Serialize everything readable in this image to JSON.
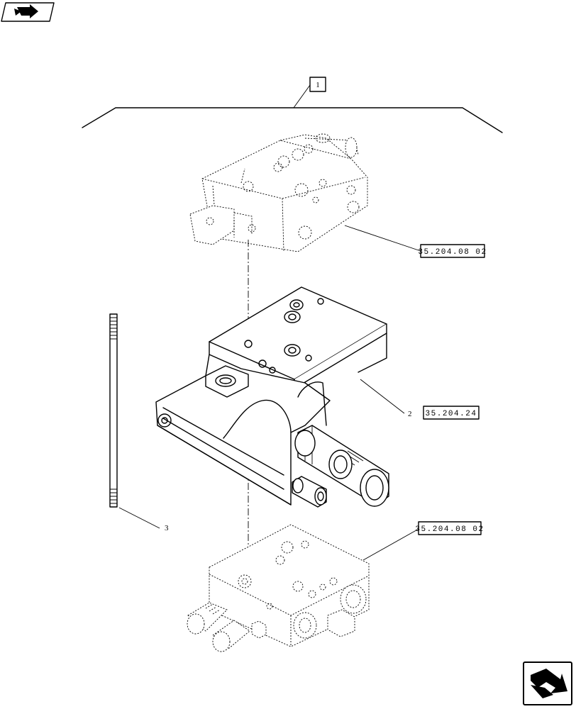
{
  "callouts": {
    "assembly_item": "1",
    "ref_upper_valve": "35.204.08 02",
    "ref_bracket": "35.204.24",
    "ref_lower_valve": "35.204.08 02",
    "item_bracket": "2",
    "item_stud": "3"
  },
  "icons": {
    "top_left": "book-arrow-icon",
    "bottom_right": "next-page-arrow-icon"
  }
}
